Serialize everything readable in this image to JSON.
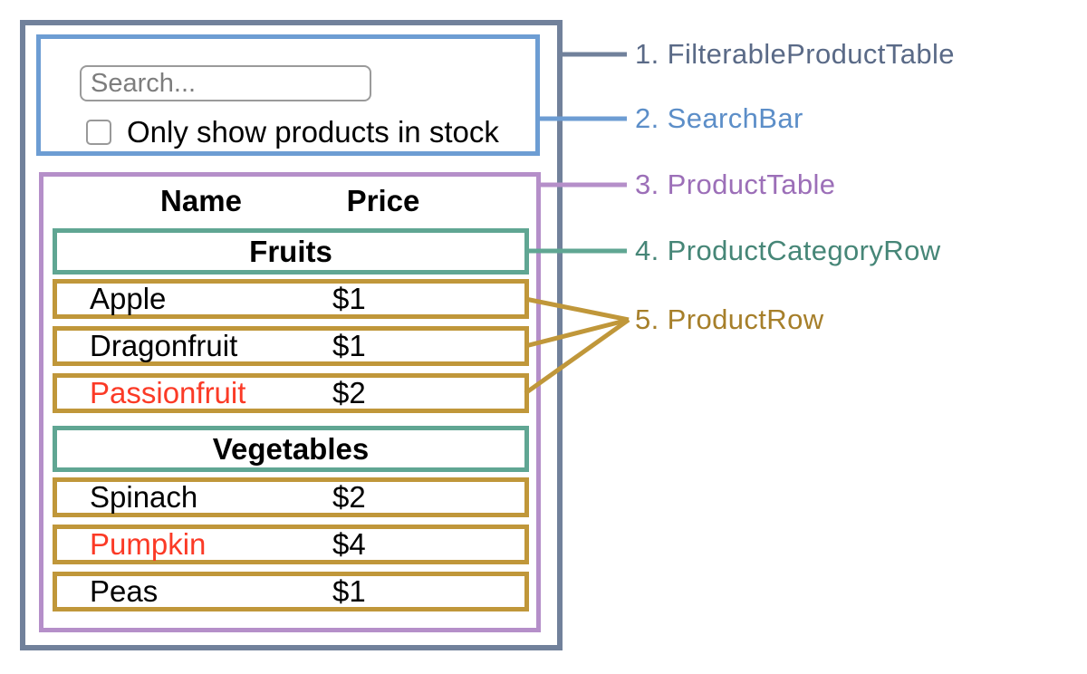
{
  "search_bar": {
    "placeholder": "Search...",
    "checkbox_label": "Only show products in stock"
  },
  "product_table": {
    "headers": [
      "Name",
      "Price"
    ],
    "sections": [
      {
        "category": "Fruits",
        "products": [
          {
            "name": "Apple",
            "price": "$1",
            "in_stock": true
          },
          {
            "name": "Dragonfruit",
            "price": "$1",
            "in_stock": true
          },
          {
            "name": "Passionfruit",
            "price": "$2",
            "in_stock": false
          }
        ]
      },
      {
        "category": "Vegetables",
        "products": [
          {
            "name": "Spinach",
            "price": "$2",
            "in_stock": true
          },
          {
            "name": "Pumpkin",
            "price": "$4",
            "in_stock": false
          },
          {
            "name": "Peas",
            "price": "$1",
            "in_stock": true
          }
        ]
      }
    ]
  },
  "legend": [
    {
      "number": "1.",
      "name": "FilterableProductTable",
      "color": "#5a6a87",
      "line_color": "#71819b"
    },
    {
      "number": "2.",
      "name": "SearchBar",
      "color": "#5c8ec8",
      "line_color": "#6d9dd3"
    },
    {
      "number": "3.",
      "name": "ProductTable",
      "color": "#9c6fb8",
      "line_color": "#b58fc9"
    },
    {
      "number": "4.",
      "name": "ProductCategoryRow",
      "color": "#468677",
      "line_color": "#60a693"
    },
    {
      "number": "5.",
      "name": "ProductRow",
      "color": "#a67f2a",
      "line_color": "#c0973a"
    }
  ],
  "colors": {
    "outer_border": "#71819b",
    "search_bar_border": "#6d9dd3",
    "product_table_border": "#b58fc9",
    "category_row_border": "#60a693",
    "product_row_border": "#c0973a",
    "out_of_stock_text": "#fb3a26",
    "input_border": "#9a9a9a",
    "placeholder_text": "#7d7d7d"
  }
}
